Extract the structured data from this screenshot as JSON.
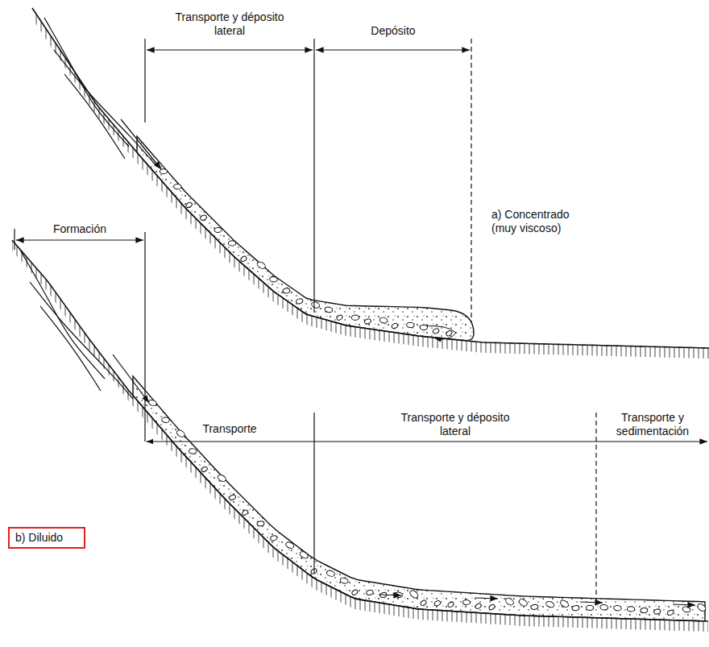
{
  "diagram": {
    "nodes": [
      {
        "text": [
          "b) Diluido"
        ]
      }
    ],
    "labels": [
      "Transporte y déposito lateral",
      "Depósito",
      "a) Concentrado (muy viscoso)",
      "Formación",
      "Transporte",
      "Transporte y déposito lateral",
      "Transporte y sedimentación"
    ]
  }
}
